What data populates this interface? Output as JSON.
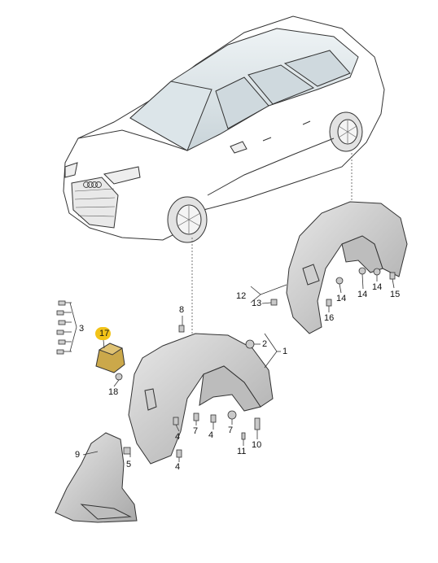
{
  "callouts": [
    {
      "id": "c1",
      "text": "1"
    },
    {
      "id": "c2",
      "text": "2"
    },
    {
      "id": "c3",
      "text": "3"
    },
    {
      "id": "c4a",
      "text": "4"
    },
    {
      "id": "c4b",
      "text": "4"
    },
    {
      "id": "c5",
      "text": "5"
    },
    {
      "id": "c7a",
      "text": "7"
    },
    {
      "id": "c7b",
      "text": "7"
    },
    {
      "id": "c8",
      "text": "8"
    },
    {
      "id": "c9",
      "text": "9"
    },
    {
      "id": "c10",
      "text": "10"
    },
    {
      "id": "c11",
      "text": "11"
    },
    {
      "id": "c12",
      "text": "12"
    },
    {
      "id": "c13",
      "text": "13"
    },
    {
      "id": "c14a",
      "text": "14"
    },
    {
      "id": "c14b",
      "text": "14"
    },
    {
      "id": "c14c",
      "text": "14"
    },
    {
      "id": "c15",
      "text": "15"
    },
    {
      "id": "c16",
      "text": "16"
    },
    {
      "id": "c18",
      "text": "18"
    }
  ],
  "highlighted_callout": {
    "text": "17",
    "color": "#f2c318"
  },
  "colors": {
    "line": "#333333",
    "panel": "#d6d6d6",
    "panel_dark": "#9a9a9a",
    "car_body": "#ffffff",
    "glass": "#d9e3e8"
  }
}
